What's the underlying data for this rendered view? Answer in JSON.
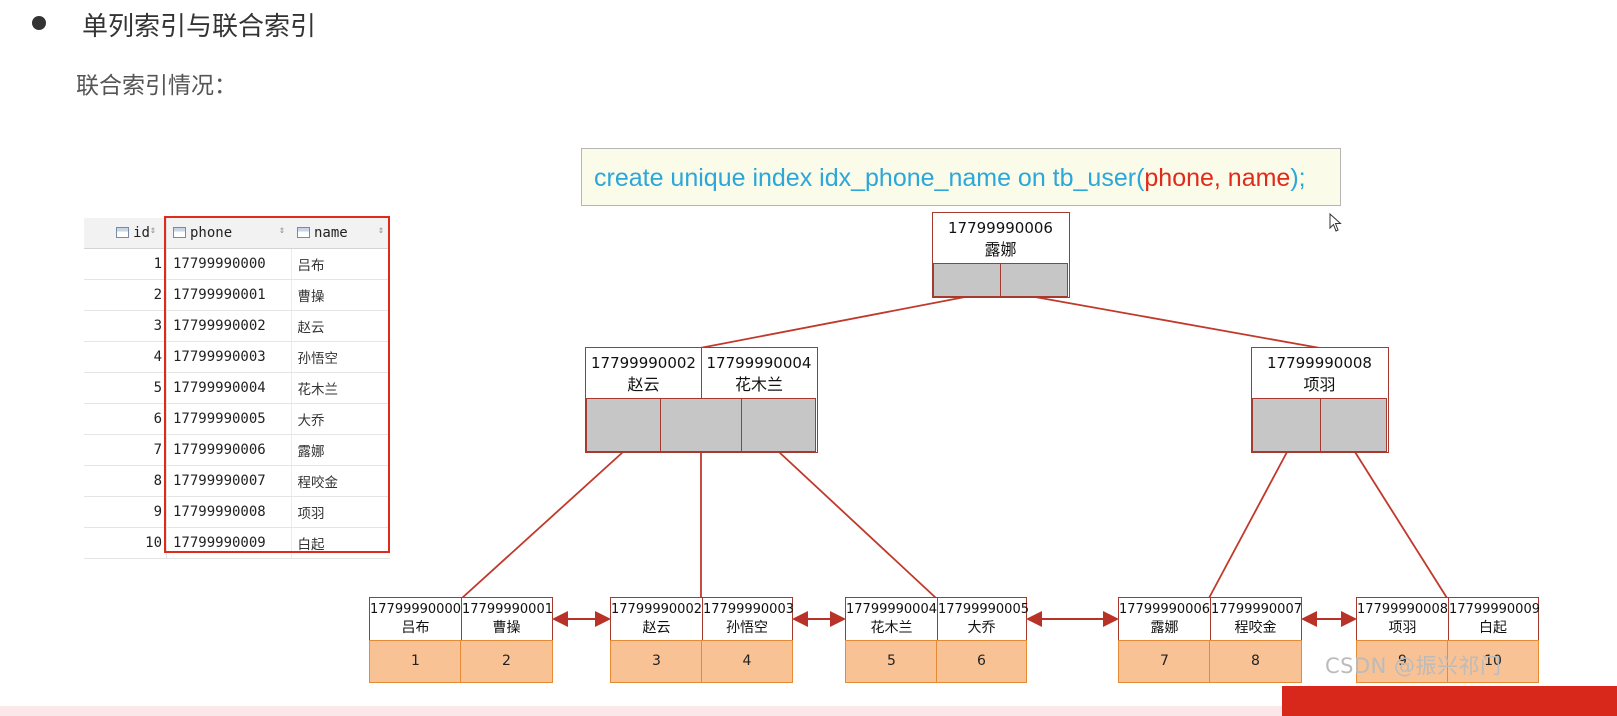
{
  "heading": "单列索引与联合索引",
  "subheading": "联合索引情况：",
  "sql": {
    "part1": "create unique index idx_phone_name on tb_user(",
    "part2": "phone, name",
    "part3": ");"
  },
  "table": {
    "columns": [
      "id",
      "phone",
      "name"
    ],
    "rows": [
      {
        "id": "1",
        "phone": "17799990000",
        "name": "吕布"
      },
      {
        "id": "2",
        "phone": "17799990001",
        "name": "曹操"
      },
      {
        "id": "3",
        "phone": "17799990002",
        "name": "赵云"
      },
      {
        "id": "4",
        "phone": "17799990003",
        "name": "孙悟空"
      },
      {
        "id": "5",
        "phone": "17799990004",
        "name": "花木兰"
      },
      {
        "id": "6",
        "phone": "17799990005",
        "name": "大乔"
      },
      {
        "id": "7",
        "phone": "17799990006",
        "name": "露娜"
      },
      {
        "id": "8",
        "phone": "17799990007",
        "name": "程咬金"
      },
      {
        "id": "9",
        "phone": "17799990008",
        "name": "项羽"
      },
      {
        "id": "10",
        "phone": "17799990009",
        "name": "白起"
      }
    ]
  },
  "tree": {
    "root": {
      "phone": "17799990006",
      "name": "露娜"
    },
    "internal": [
      {
        "phone": "17799990002",
        "name": "赵云"
      },
      {
        "phone": "17799990004",
        "name": "花木兰"
      },
      {
        "phone": "17799990008",
        "name": "项羽"
      }
    ],
    "leaves": [
      {
        "phone": "17799990000",
        "name": "吕布",
        "id": "1"
      },
      {
        "phone": "17799990001",
        "name": "曹操",
        "id": "2"
      },
      {
        "phone": "17799990002",
        "name": "赵云",
        "id": "3"
      },
      {
        "phone": "17799990003",
        "name": "孙悟空",
        "id": "4"
      },
      {
        "phone": "17799990004",
        "name": "花木兰",
        "id": "5"
      },
      {
        "phone": "17799990005",
        "name": "大乔",
        "id": "6"
      },
      {
        "phone": "17799990006",
        "name": "露娜",
        "id": "7"
      },
      {
        "phone": "17799990007",
        "name": "程咬金",
        "id": "8"
      },
      {
        "phone": "17799990008",
        "name": "项羽",
        "id": "9"
      },
      {
        "phone": "17799990009",
        "name": "白起",
        "id": "10"
      }
    ]
  },
  "watermark": "CSDN @振兴祁门",
  "colors": {
    "accent_red": "#e02a1c",
    "sql_blue": "#2ba7d9",
    "node_border": "#a63a30",
    "leaf_fill": "#f9c295"
  }
}
